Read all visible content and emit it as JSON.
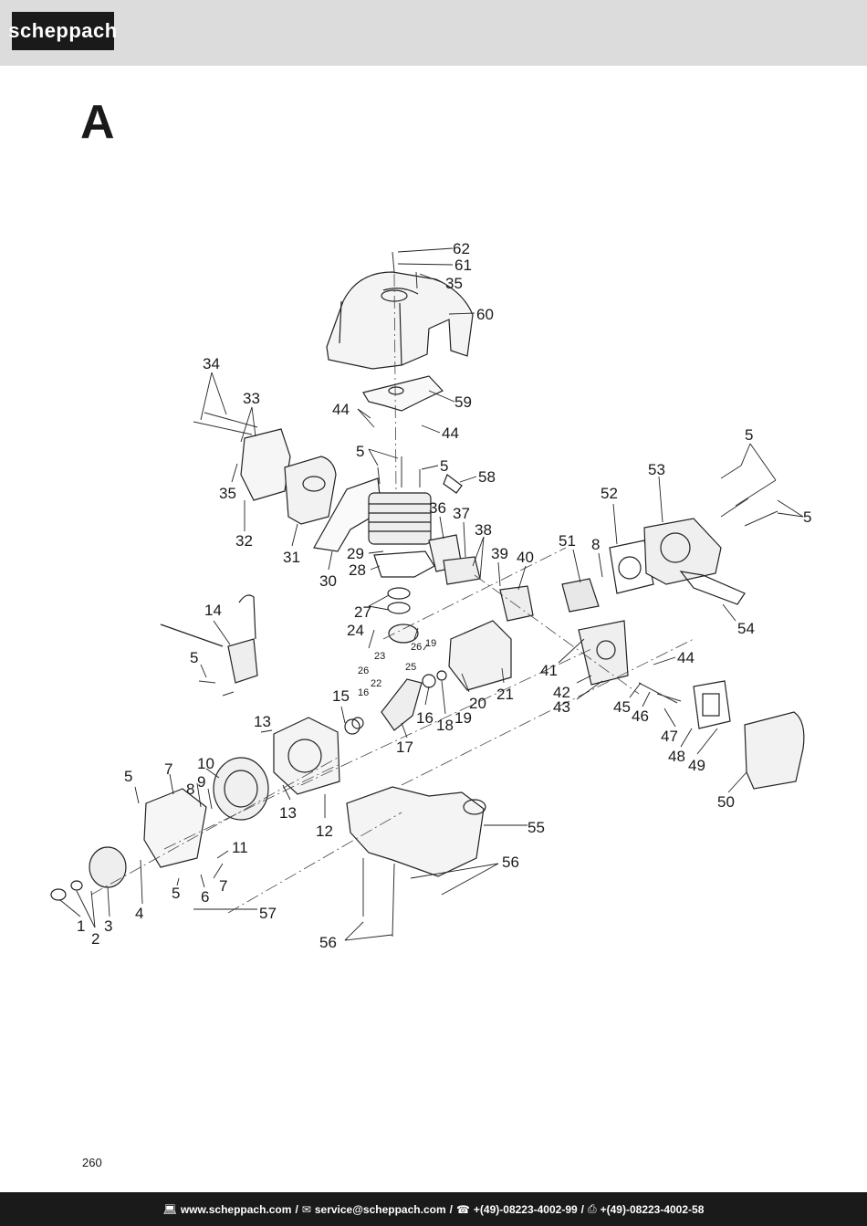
{
  "header": {
    "brand": "scheppach"
  },
  "section_letter": "A",
  "part_numbers": [
    "1",
    "2",
    "3",
    "4",
    "5",
    "6",
    "7",
    "8",
    "9",
    "10",
    "11",
    "12",
    "13",
    "14",
    "15",
    "16",
    "17",
    "18",
    "19",
    "20",
    "21",
    "22",
    "23",
    "24",
    "25",
    "26",
    "27",
    "28",
    "29",
    "30",
    "31",
    "32",
    "33",
    "34",
    "35",
    "36",
    "37",
    "38",
    "39",
    "40",
    "41",
    "42",
    "43",
    "44",
    "45",
    "46",
    "47",
    "48",
    "49",
    "50",
    "51",
    "52",
    "53",
    "54",
    "55",
    "56",
    "57",
    "58",
    "59",
    "60",
    "61",
    "62"
  ],
  "page_number": "260",
  "footer": {
    "web": "www.scheppach.com",
    "email": "service@scheppach.com",
    "phone": "+(49)-08223-4002-99",
    "fax": "+(49)-08223-4002-58",
    "separator": "/",
    "web_icon": "computer-icon",
    "email_icon": "envelope-icon",
    "phone_icon": "phone-icon",
    "fax_icon": "fax-icon"
  }
}
